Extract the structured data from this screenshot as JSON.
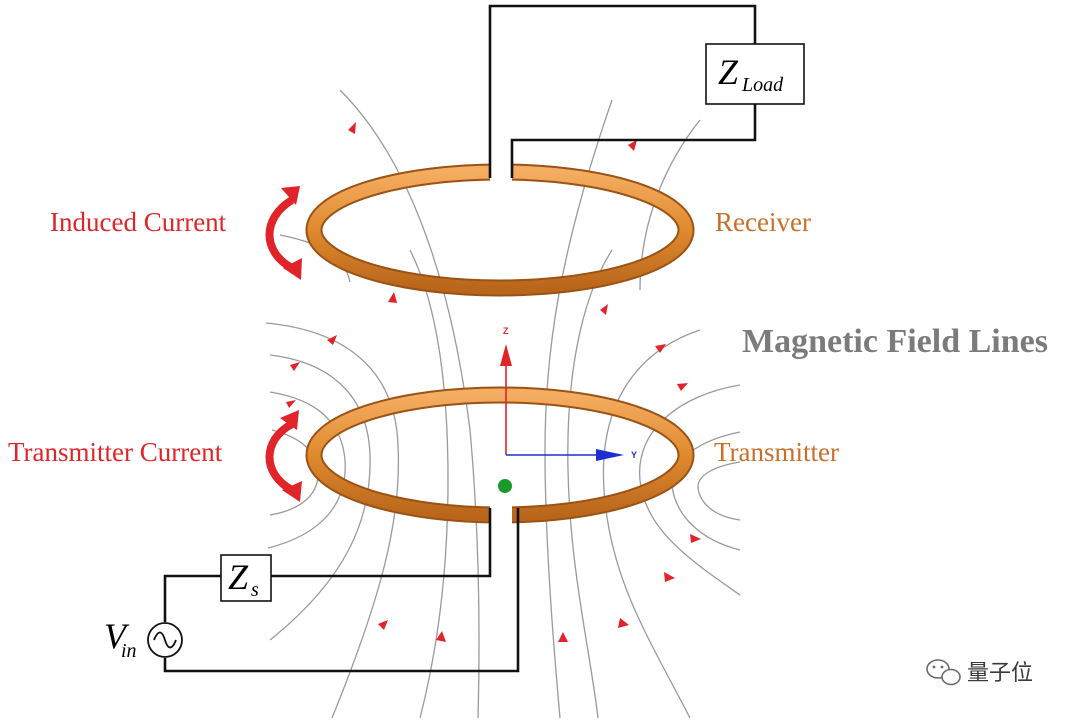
{
  "labels": {
    "induced_current": "Induced Current",
    "receiver": "Receiver",
    "magnetic_field_lines": "Magnetic Field Lines",
    "transmitter_current": "Transmitter Current",
    "transmitter": "Transmitter"
  },
  "load_impedance": {
    "symbol": "Z",
    "subscript": "Load"
  },
  "source_impedance": {
    "symbol": "Z",
    "subscript": "s"
  },
  "source_voltage": {
    "symbol": "V",
    "subscript": "in"
  },
  "axes": {
    "z": "Z",
    "y": "Y"
  },
  "watermark": {
    "text": "量子位"
  },
  "colors": {
    "coil": "#e08a2e",
    "label_red": "#e0242a",
    "label_orange": "#c8702a",
    "field_line": "#9a9a9a",
    "field_arrow": "#e0242a",
    "axis_z": "#e0242a",
    "axis_y": "#1c2fd0",
    "axis_x": "#1a9a2a",
    "heading_gray": "#7b7b7b"
  }
}
